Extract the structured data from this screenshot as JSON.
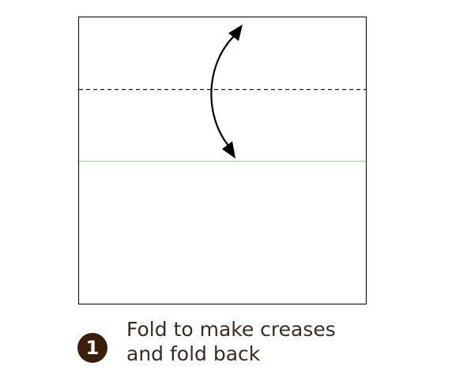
{
  "step": {
    "number": "1",
    "instruction_line1": "Fold to make creases",
    "instruction_line2": "and fold back"
  },
  "colors": {
    "paper_outline": "#1a1a1a",
    "fold_line_dashed": "#1a1a1a",
    "crease_line": "#b9d4b4",
    "arrow": "#000000",
    "badge": "#3b1f0c",
    "text": "#3b2a20"
  },
  "icons": {
    "fold_arrow": "double-headed-curved-arrow-icon"
  }
}
